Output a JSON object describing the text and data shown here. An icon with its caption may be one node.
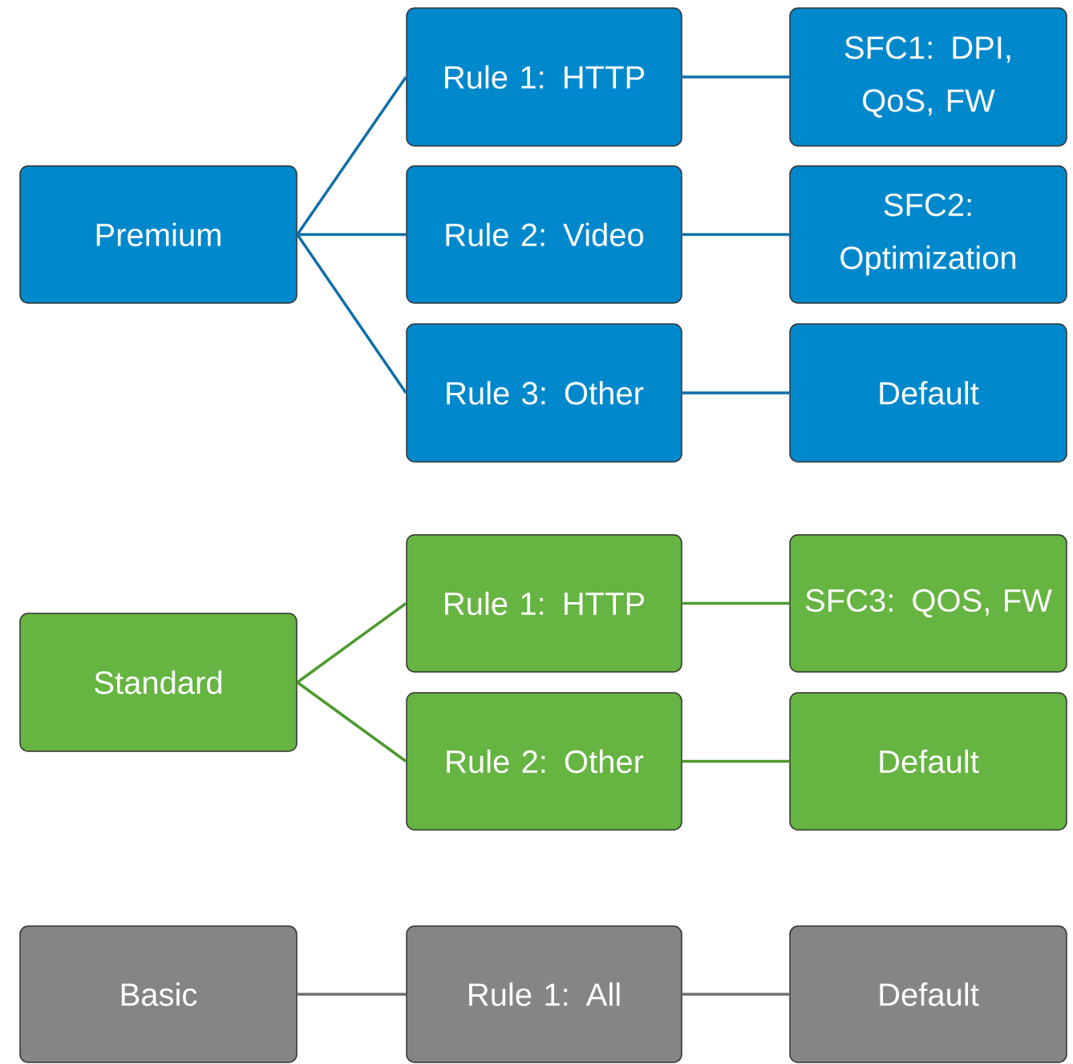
{
  "diagram": {
    "nodes": [
      {
        "text": [
          "Premium"
        ]
      },
      {
        "text": [
          "Rule 1: HTTP"
        ]
      },
      {
        "text": [
          "SFC1: DPI, QoS, FW"
        ]
      },
      {
        "text": [
          "Rule 2: Video"
        ]
      },
      {
        "text": [
          "SFC2: Optimization"
        ]
      },
      {
        "text": [
          "Rule 3: Other"
        ]
      },
      {
        "text": [
          "Default"
        ]
      },
      {
        "text": [
          "Standard"
        ]
      },
      {
        "text": [
          "Rule 1: HTTP"
        ]
      },
      {
        "text": [
          "SFC3: QOS, FW"
        ]
      },
      {
        "text": [
          "Rule 2: Other"
        ]
      },
      {
        "text": [
          "Default"
        ]
      },
      {
        "text": [
          "Basic"
        ]
      },
      {
        "text": [
          "Rule 1: All"
        ]
      },
      {
        "text": [
          "Default"
        ]
      }
    ],
    "edges": [
      {
        "from": 0,
        "to": 1,
        "arrow": "none"
      },
      {
        "from": 0,
        "to": 3,
        "arrow": "none"
      },
      {
        "from": 0,
        "to": 5,
        "arrow": "none"
      },
      {
        "from": 1,
        "to": 2,
        "arrow": "none"
      },
      {
        "from": 3,
        "to": 4,
        "arrow": "none"
      },
      {
        "from": 5,
        "to": 6,
        "arrow": "none"
      },
      {
        "from": 7,
        "to": 8,
        "arrow": "none",
        "color": "#4e9a2e"
      },
      {
        "from": 7,
        "to": 10,
        "arrow": "none",
        "color": "#4e9a2e"
      },
      {
        "from": 8,
        "to": 9,
        "arrow": "none",
        "color": "#4e9a2e"
      },
      {
        "from": 10,
        "to": 11,
        "arrow": "none",
        "color": "#4e9a2e"
      },
      {
        "from": 12,
        "to": 13,
        "arrow": "none",
        "color": "#707070"
      },
      {
        "from": 13,
        "to": 14,
        "arrow": "none",
        "color": "#707070"
      }
    ]
  }
}
